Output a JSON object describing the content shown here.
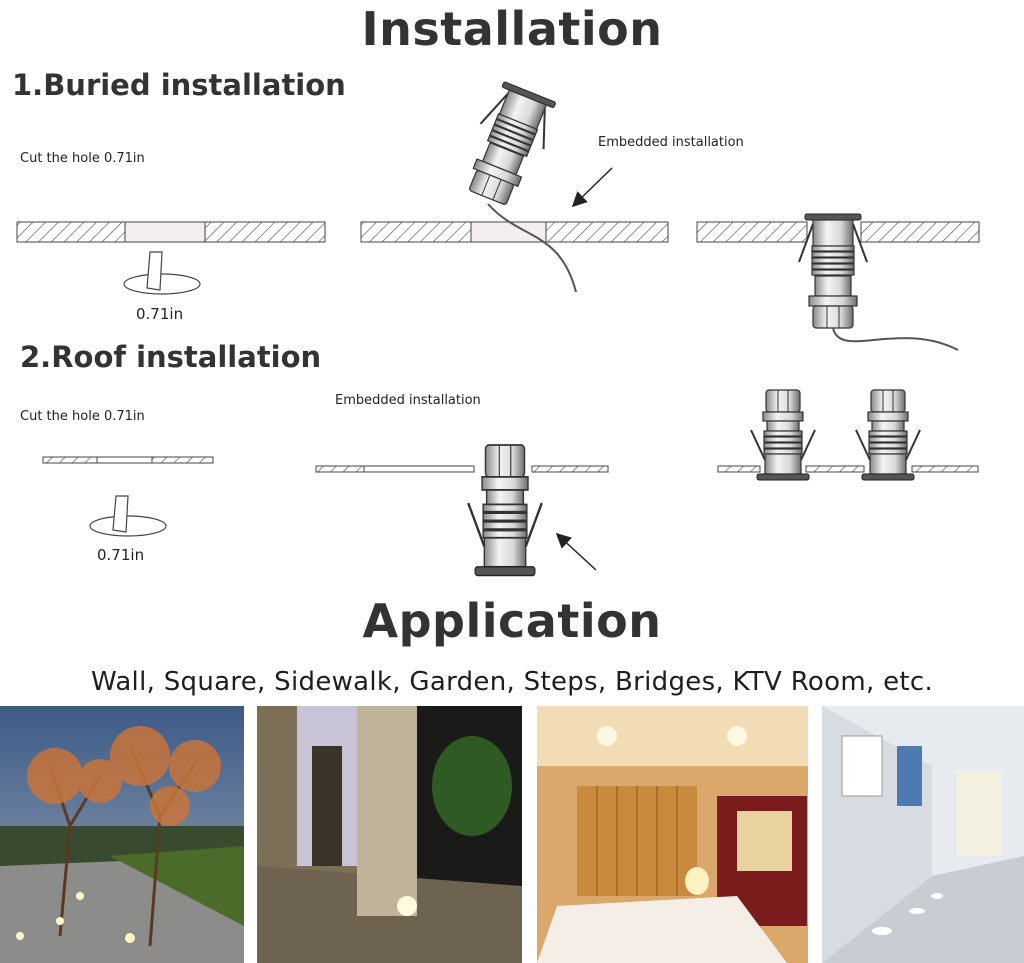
{
  "installation": {
    "title": "Installation",
    "buried": {
      "heading": "1.Buried installation",
      "cut_label": "Cut the hole 0.71in",
      "dim_label": "0.71in",
      "embedded_label": "Embedded installation"
    },
    "roof": {
      "heading": "2.Roof installation",
      "cut_label": "Cut the hole 0.71in",
      "dim_label": "0.71in",
      "embedded_label": "Embedded installation"
    }
  },
  "application": {
    "title": "Application",
    "uses": "Wall, Square, Sidewalk, Garden, Steps, Bridges, KTV Room, etc.",
    "photos": [
      {
        "scene": "garden-trees-dusk"
      },
      {
        "scene": "wall-pillars-night"
      },
      {
        "scene": "hotel-bedroom"
      },
      {
        "scene": "white-corridor"
      }
    ]
  },
  "colors": {
    "heading": "#333333",
    "hatch": "#555555",
    "metal_light": "#f2f2f2",
    "metal_dark": "#444444"
  }
}
